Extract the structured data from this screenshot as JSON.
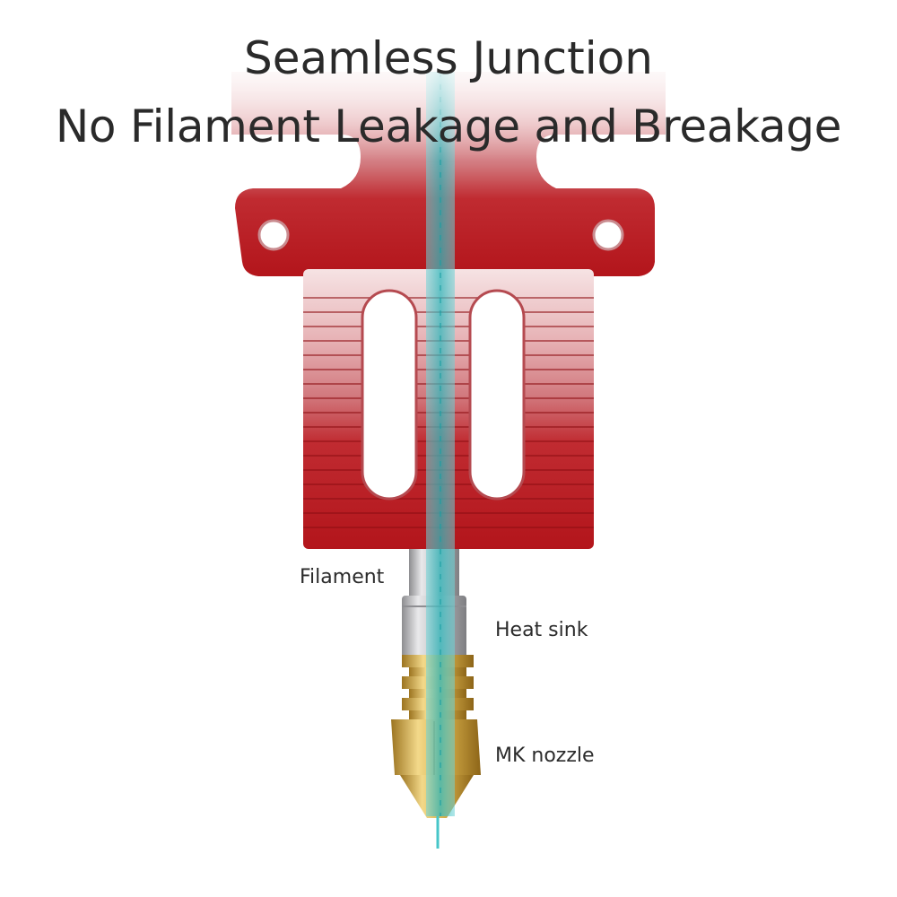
{
  "heading": {
    "line1": "Seamless Junction",
    "line2": "No Filament Leakage and Breakage"
  },
  "callouts": {
    "filament": "Filament",
    "heat_sink": "Heat sink",
    "mk_nozzle": "MK nozzle"
  },
  "colors": {
    "heatsink_red": "#c8161c",
    "heatsink_fade": "#e7b8ba",
    "steel": "#c9c9cb",
    "brass": "#d6b04c",
    "filament_cyan": "#3fc2c4"
  }
}
